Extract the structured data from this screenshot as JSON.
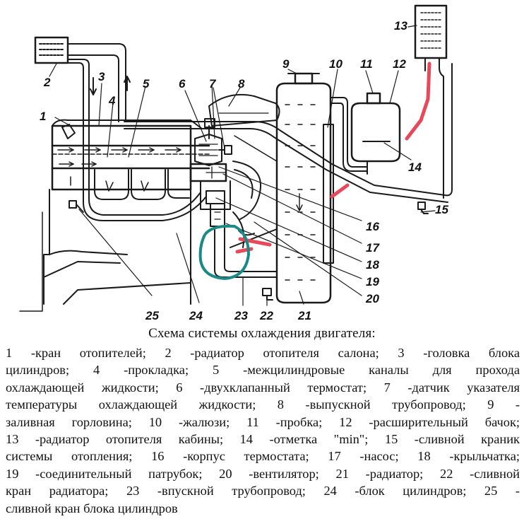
{
  "diagram": {
    "numbers": [
      "1",
      "2",
      "3",
      "4",
      "5",
      "6",
      "7",
      "8",
      "9",
      "10",
      "11",
      "12",
      "13",
      "14",
      "15",
      "16",
      "17",
      "18",
      "19",
      "20",
      "21",
      "22",
      "23",
      "24",
      "25"
    ],
    "colors": {
      "ink": "#1a1a1a",
      "red_mark": "#e8495a",
      "teal_circle": "#1a8a86"
    }
  },
  "caption": {
    "title": "Схема системы охлаждения двигателя:",
    "lines": [
      "1 -кран отопителей; 2 -радиатор отопителя салона; 3 -головка блока",
      "цилиндров; 4 -прокладка; 5 -межцилиндровые каналы для прохода",
      "охлаждающей жидкости; 6 -двухклапанный термостат; 7 -датчик указателя",
      "температуры охлаждающей жидкости; 8 -выпускной трубопровод; 9 -",
      "заливная горловина; 10 -жалюзи; 11 -пробка; 12 -расширительный бачок;",
      "13 -радиатор отопителя кабины; 14 -отметка \"min\"; 15 -сливной краник",
      "системы отопления; 16 -корпус термостата; 17 -насос; 18 -крыльчатка;",
      "19 -соединительный патрубок; 20 -вентилятор; 21 -радиатор; 22 -сливной",
      "кран радиатора; 23 -впускной трубопровод; 24 -блок цилиндров; 25 -",
      "сливной кран блока цилиндров"
    ]
  }
}
